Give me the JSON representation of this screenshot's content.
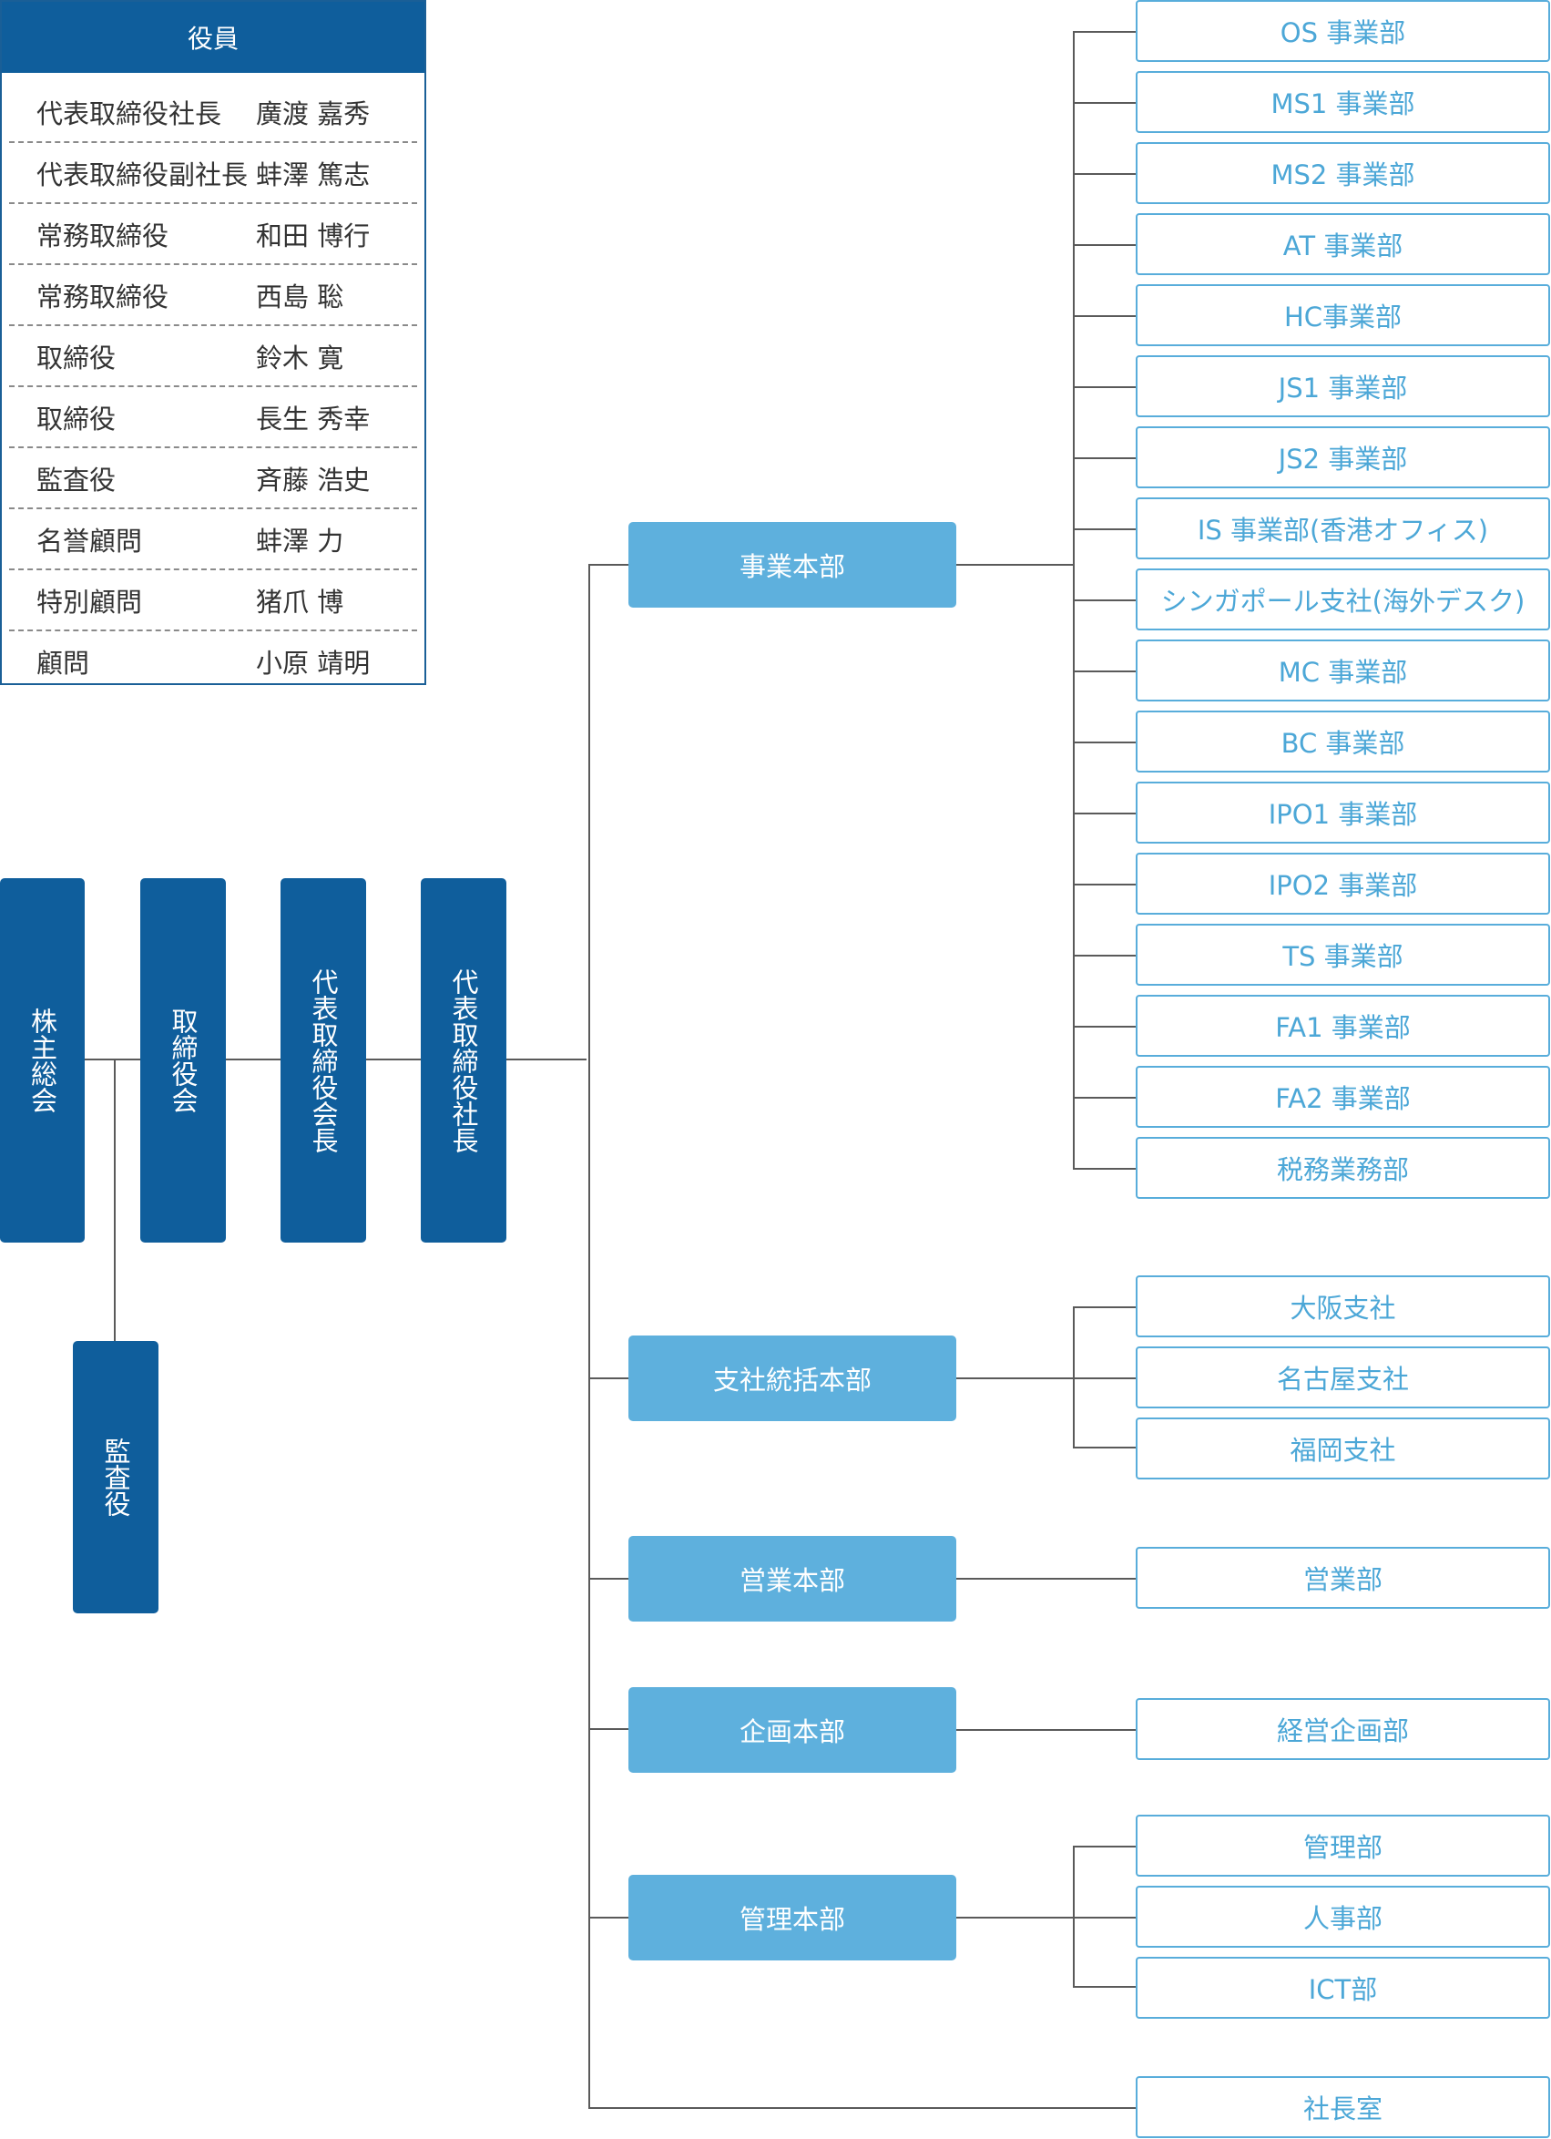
{
  "executives": {
    "title": "役員",
    "rows": [
      {
        "role": "代表取締役社長",
        "name": "廣渡 嘉秀"
      },
      {
        "role": "代表取締役副社長",
        "name": "蚌澤 篤志"
      },
      {
        "role": "常務取締役",
        "name": "和田 博行"
      },
      {
        "role": "常務取締役",
        "name": "西島 聡"
      },
      {
        "role": "取締役",
        "name": "鈴木 寛"
      },
      {
        "role": "取締役",
        "name": "長生 秀幸"
      },
      {
        "role": "監査役",
        "name": "斉藤 浩史"
      },
      {
        "role": "名誉顧問",
        "name": "蚌澤 力"
      },
      {
        "role": "特別顧問",
        "name": "猪爪 博"
      },
      {
        "role": "顧問",
        "name": "小原 靖明"
      }
    ]
  },
  "governance": {
    "shareholders": "株主総会",
    "board": "取締役会",
    "chairman": "代表取締役会長",
    "president": "代表取締役社長",
    "auditor": "監査役"
  },
  "divisions": {
    "business_hq": {
      "label": "事業本部",
      "departments": [
        "OS 事業部",
        "MS1 事業部",
        "MS2 事業部",
        "AT 事業部",
        "HC事業部",
        "JS1 事業部",
        "JS2 事業部",
        "IS 事業部(香港オフィス)",
        "シンガポール支社(海外デスク)",
        "MC 事業部",
        "BC 事業部",
        "IPO1 事業部",
        "IPO2 事業部",
        "TS 事業部",
        "FA1 事業部",
        "FA2 事業部",
        "税務業務部"
      ]
    },
    "branch_hq": {
      "label": "支社統括本部",
      "departments": [
        "大阪支社",
        "名古屋支社",
        "福岡支社"
      ]
    },
    "sales_hq": {
      "label": "営業本部",
      "departments": [
        "営業部"
      ]
    },
    "planning_hq": {
      "label": "企画本部",
      "departments": [
        "経営企画部"
      ]
    },
    "admin_hq": {
      "label": "管理本部",
      "departments": [
        "管理部",
        "人事部",
        "ICT部"
      ]
    },
    "president_office": "社長室"
  }
}
